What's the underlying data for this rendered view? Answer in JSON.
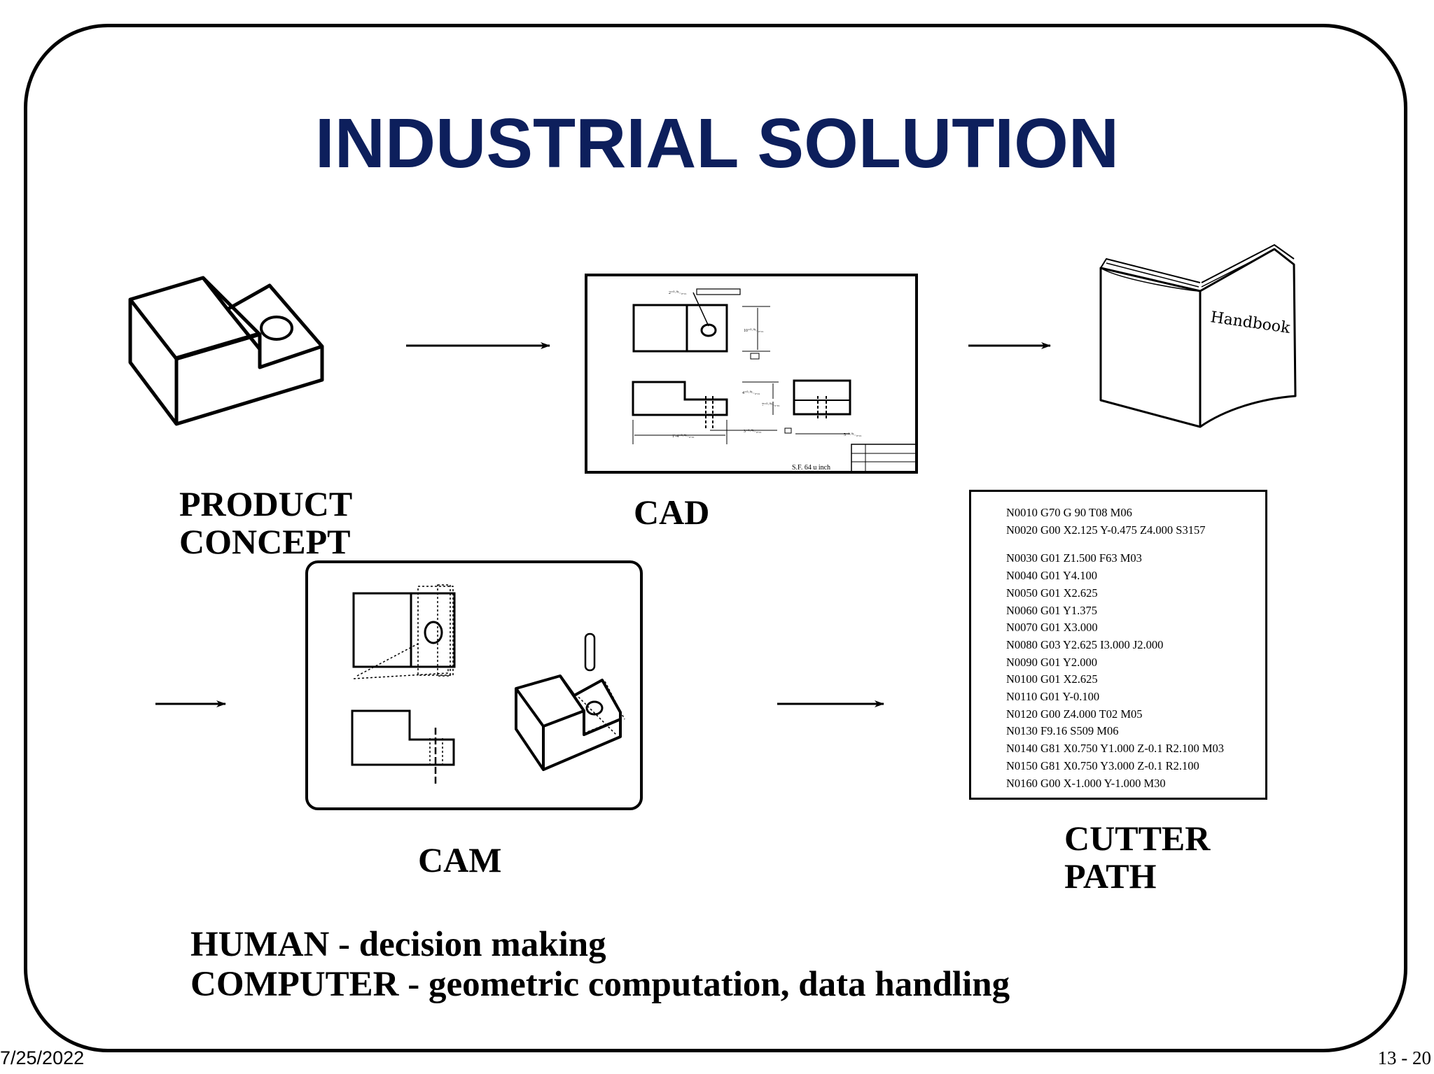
{
  "title": "INDUSTRIAL SOLUTION",
  "colors": {
    "title": "#0d1f5c",
    "ink": "#000000",
    "background": "#ffffff"
  },
  "stages": {
    "product_concept": {
      "line1": "PRODUCT",
      "line2": "CONCEPT"
    },
    "cad": {
      "label": "CAD",
      "scale_note": "S.F. 64 u inch"
    },
    "handbook": {
      "cover_text": "Handbook"
    },
    "cam": {
      "label": "CAM"
    },
    "cutter_path": {
      "line1": "CUTTER",
      "line2": "PATH"
    }
  },
  "gcode": {
    "block1": [
      "N0010 G70 G 90 T08 M06",
      "N0020 G00 X2.125 Y-0.475 Z4.000 S3157"
    ],
    "block2": [
      "N0030 G01 Z1.500 F63 M03",
      "N0040 G01 Y4.100",
      "N0050 G01 X2.625",
      "N0060 G01 Y1.375",
      "N0070 G01 X3.000",
      "N0080 G03 Y2.625 I3.000 J2.000",
      "N0090 G01 Y2.000",
      "N0100 G01 X2.625",
      "N0110 G01 Y-0.100",
      "N0120 G00 Z4.000 T02 M05",
      "N0130 F9.16 S509 M06",
      "N0140 G81 X0.750 Y1.000 Z-0.1 R2.100 M03",
      "N0150 G81 X0.750 Y3.000 Z-0.1 R2.100",
      "N0160 G00 X-1.000 Y-1.000 M30"
    ]
  },
  "footer": {
    "line1": "HUMAN - decision making",
    "line2": "COMPUTER - geometric computation, data handling",
    "date": "7/25/2022",
    "page": "13 - 20"
  }
}
